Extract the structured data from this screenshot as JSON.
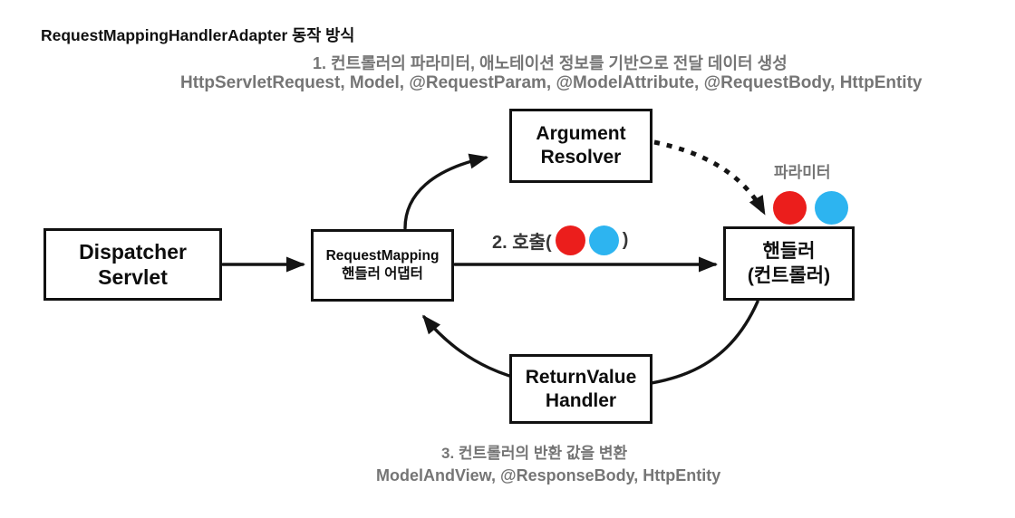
{
  "title": "RequestMappingHandlerAdapter 동작 방식",
  "captions": {
    "step1": "1. 컨트롤러의 파라미터, 애노테이션 정보를 기반으로 전달 데이터 생성",
    "step1_types": "HttpServletRequest, Model, @RequestParam, @ModelAttribute, @RequestBody, HttpEntity",
    "step2_call_prefix": "2. 호출(",
    "step2_call_suffix": ")",
    "step3": "3. 컨트롤러의 반환 값을 변환",
    "step3_types": "ModelAndView, @ResponseBody, HttpEntity",
    "parameter_label": "파라미터"
  },
  "nodes": {
    "dispatcher_servlet": {
      "line1": "Dispatcher",
      "line2": "Servlet"
    },
    "request_mapping_adapter": {
      "line1": "RequestMapping",
      "line2": "핸들러 어댑터"
    },
    "argument_resolver": {
      "line1": "Argument",
      "line2": "Resolver"
    },
    "handler": {
      "line1": "핸들러",
      "line2": "(컨트롤러)"
    },
    "return_value_handler": {
      "line1": "ReturnValue",
      "line2": "Handler"
    }
  },
  "colors": {
    "red_dot": "#eb1e1c",
    "blue_dot": "#2db4f0",
    "gray_text": "#757575",
    "dark_text": "#363636",
    "arrow": "#141414"
  }
}
